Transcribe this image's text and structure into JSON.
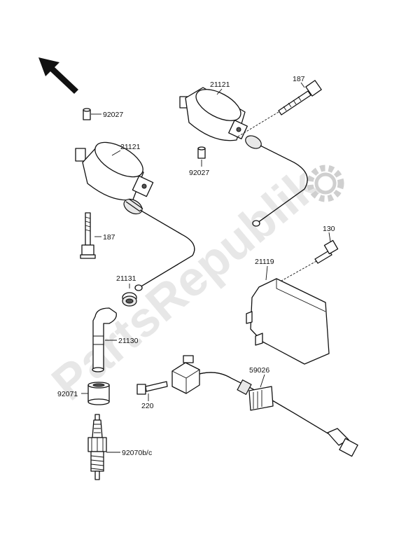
{
  "watermark": {
    "text": "PartsRepublik",
    "color": "#d4d4d4",
    "icon": "gear-icon"
  },
  "orientation_arrow": {
    "icon": "arrow-up-left-icon"
  },
  "parts": {
    "p92027_top": "92027",
    "p21121_left": "21121",
    "p187_left": "187",
    "p21121_right": "21121",
    "p187_right": "187",
    "p92027_right": "92027",
    "p21131": "21131",
    "p21130": "21130",
    "p92071": "92071",
    "p92070": "92070b/c",
    "p130": "130",
    "p21119": "21119",
    "p59026": "59026",
    "p220": "220"
  }
}
